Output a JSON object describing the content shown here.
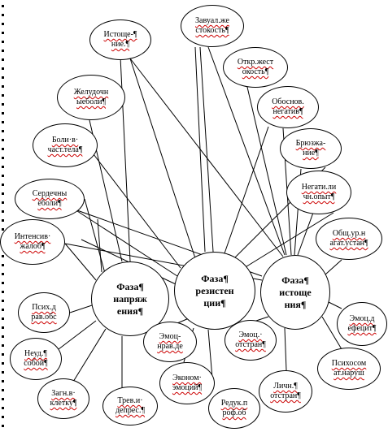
{
  "diagram": {
    "phases": [
      {
        "id": "tension",
        "label": "Фаза¶\nнапряж\nения¶"
      },
      {
        "id": "resistance",
        "label": "Фаза¶\nрезистен\nции¶"
      },
      {
        "id": "exhaustion",
        "label": "Фаза¶\nистоще\nния¶"
      }
    ],
    "symptoms": [
      {
        "id": "s1",
        "label": "Истоще-¶\nние.¶"
      },
      {
        "id": "s2",
        "label": "Завуал.же\nстокость¶"
      },
      {
        "id": "s3",
        "label": "Откр.жест\nокость¶"
      },
      {
        "id": "s4",
        "label": "Желудочн\nыеболи¶"
      },
      {
        "id": "s5",
        "label": "Обоснов.\nнегатив¶"
      },
      {
        "id": "s6",
        "label": "Боли·в·\nчаст.тела¶"
      },
      {
        "id": "s7",
        "label": "Брюзжа-\nние¶"
      },
      {
        "id": "s8",
        "label": "Негати.ли\nчн.опыт¶"
      },
      {
        "id": "s9",
        "label": "Сердечны\nеболи¶"
      },
      {
        "id": "s10",
        "label": "Общ.ур.н\nагат.устан¶"
      },
      {
        "id": "s11",
        "label": "Интенсив·\nжалоб¶"
      },
      {
        "id": "s12",
        "label": "Псих.д\nрав.обс"
      },
      {
        "id": "s13",
        "label": "Эмоц.д\nефецит¶"
      },
      {
        "id": "s14",
        "label": "Неуд.¶\nсобой¶"
      },
      {
        "id": "s15",
        "label": "Эмоц-\nнрав.де"
      },
      {
        "id": "s16",
        "label": "Эмоц.·\nотстран¶"
      },
      {
        "id": "s17",
        "label": "Психосом\nат.наруш"
      },
      {
        "id": "s18",
        "label": "Эконом·\nэмоций¶"
      },
      {
        "id": "s19",
        "label": "Загн.в·\nклетку¶"
      },
      {
        "id": "s20",
        "label": "Трев.и·\nдепрес.¶"
      },
      {
        "id": "s21",
        "label": "Редук.п\nроф.об"
      },
      {
        "id": "s22",
        "label": "Личн.¶\nотстран¶"
      }
    ]
  }
}
